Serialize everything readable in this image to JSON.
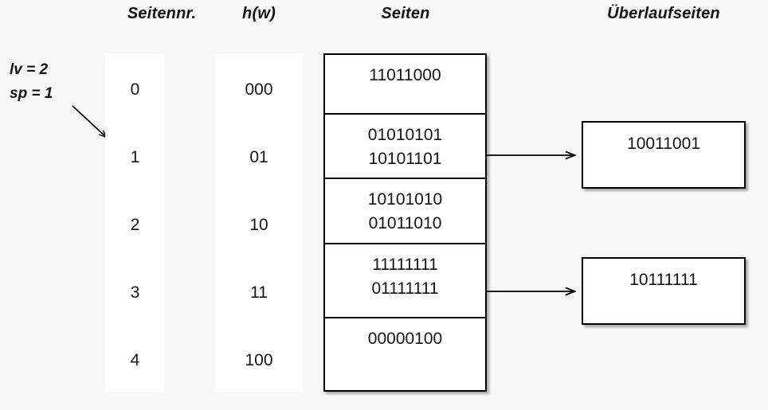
{
  "headers": {
    "page_no": "Seitennr.",
    "hash": "h(w)",
    "pages": "Seiten",
    "overflow_pages": "Überlaufseiten"
  },
  "params": {
    "lv": "lv = 2",
    "sp": "sp = 1"
  },
  "rows": [
    {
      "page_no": "0",
      "hash": "000",
      "records": [
        "11011000"
      ]
    },
    {
      "page_no": "1",
      "hash": "01",
      "records": [
        "01010101",
        "10101101"
      ]
    },
    {
      "page_no": "2",
      "hash": "10",
      "records": [
        "10101010",
        "01011010"
      ]
    },
    {
      "page_no": "3",
      "hash": "11",
      "records": [
        "11111111",
        "01111111"
      ]
    },
    {
      "page_no": "4",
      "hash": "100",
      "records": [
        "00000100"
      ]
    }
  ],
  "overflow": [
    {
      "from_row": 1,
      "records": [
        "10011001"
      ]
    },
    {
      "from_row": 3,
      "records": [
        "10111111"
      ]
    }
  ],
  "colors": {
    "background": "#f7f7f7",
    "surface": "#ffffff",
    "stroke": "#000000",
    "text": "#141414"
  }
}
